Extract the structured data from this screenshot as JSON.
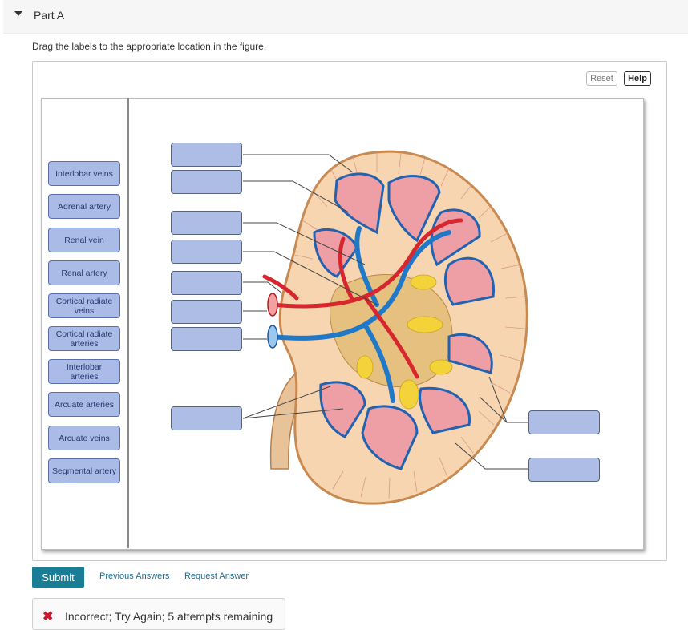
{
  "part": {
    "title": "Part A"
  },
  "instructions": "Drag the labels to the appropriate location in the figure.",
  "toolbar": {
    "reset_label": "Reset",
    "help_label": "Help"
  },
  "labels": [
    "Interlobar veins",
    "Adrenal artery",
    "Renal vein",
    "Renal artery",
    "Cortical radiate veins",
    "Cortical radiate arteries",
    "Interlobar arteries",
    "Arcuate arteries",
    "Arcuate veins",
    "Segmental artery"
  ],
  "drop_target_count": 10,
  "actions": {
    "submit_label": "Submit",
    "previous_answers_label": "Previous Answers",
    "request_answer_label": "Request Answer"
  },
  "feedback": {
    "icon": "x-icon",
    "text": "Incorrect; Try Again; 5 attempts remaining"
  },
  "colors": {
    "accent": "#187d95",
    "chip_fill": "#aabbe8",
    "chip_border": "#5a6ea8",
    "error": "#d0162a",
    "artery": "#d8262e",
    "vein": "#1f78c8"
  }
}
